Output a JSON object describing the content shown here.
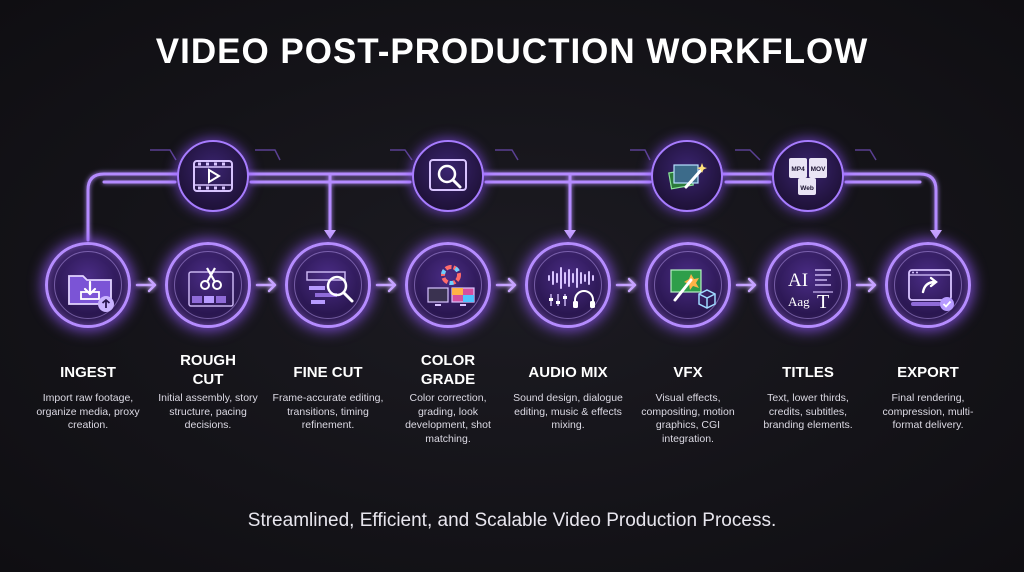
{
  "title": "VIDEO POST-PRODUCTION WORKFLOW",
  "footer": "Streamlined, Efficient, and Scalable Video Production Process.",
  "colors": {
    "accent": "#a77cff",
    "glow": "#8a4dff",
    "background": "#141318",
    "text": "#ffffff"
  },
  "steps": [
    {
      "title": "INGEST",
      "desc": "Import raw footage, organize media, proxy creation.",
      "icon": "folder-upload-icon"
    },
    {
      "title": "ROUGH CUT",
      "desc": "Initial assembly, story structure, pacing decisions.",
      "icon": "scissors-film-icon"
    },
    {
      "title": "FINE CUT",
      "desc": "Frame-accurate editing, transitions, timing refinement.",
      "icon": "timeline-magnifier-icon"
    },
    {
      "title": "COLOR GRADE",
      "desc": "Color correction, grading, look development, shot matching.",
      "icon": "color-wheel-monitors-icon"
    },
    {
      "title": "AUDIO MIX",
      "desc": "Sound design, dialogue editing, music & effects mixing.",
      "icon": "waveform-headphones-icon"
    },
    {
      "title": "VFX",
      "desc": "Visual effects, compositing, motion graphics, CGI integration.",
      "icon": "magic-wand-cube-icon"
    },
    {
      "title": "TITLES",
      "desc": "Text, lower thirds, credits, subtitles, branding elements.",
      "icon": "typography-icon"
    },
    {
      "title": "EXPORT",
      "desc": "Final rendering, compression, multi-format delivery.",
      "icon": "export-progress-icon"
    }
  ],
  "hubs": [
    {
      "icon": "film-play-icon"
    },
    {
      "icon": "search-frame-icon"
    },
    {
      "icon": "wand-layers-icon"
    },
    {
      "icon": "file-formats-icon",
      "labels": [
        "MP4",
        "MOV",
        "Web"
      ]
    }
  ]
}
